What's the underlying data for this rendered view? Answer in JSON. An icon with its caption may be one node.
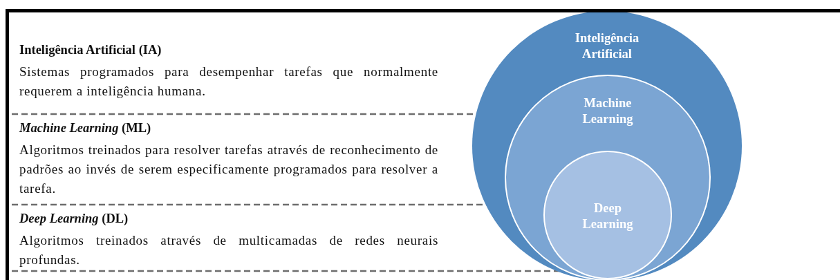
{
  "diagram": {
    "nodes": [
      {
        "text": [
          "Inteligência Artificial (IA)",
          "Sistemas programados para desempenhar tarefas que normalmente requerem a inteligência humana."
        ]
      },
      {
        "text": [
          "*Machine Learning* (ML)",
          "Algoritmos treinados para resolver tarefas através de reconhecimento de padrões ao invés de serem especificamente programados para resolver a tarefa."
        ]
      },
      {
        "text": [
          "*Deep Learning* (DL)",
          "Algoritmos treinados através de multicamadas de redes neurais profundas."
        ]
      },
      {
        "text": [
          "Inteligência Artificial"
        ]
      },
      {
        "text": [
          "Machine Learning"
        ],
        "in": 3
      },
      {
        "text": [
          "Deep Learning"
        ],
        "in": 4
      }
    ],
    "edges": [
      {
        "from": 0,
        "to": 3,
        "arrow": "none",
        "style": "dashed"
      },
      {
        "from": 1,
        "to": 4,
        "arrow": "none",
        "style": "dashed"
      },
      {
        "from": 2,
        "to": 5,
        "arrow": "none",
        "style": "dashed"
      }
    ]
  }
}
